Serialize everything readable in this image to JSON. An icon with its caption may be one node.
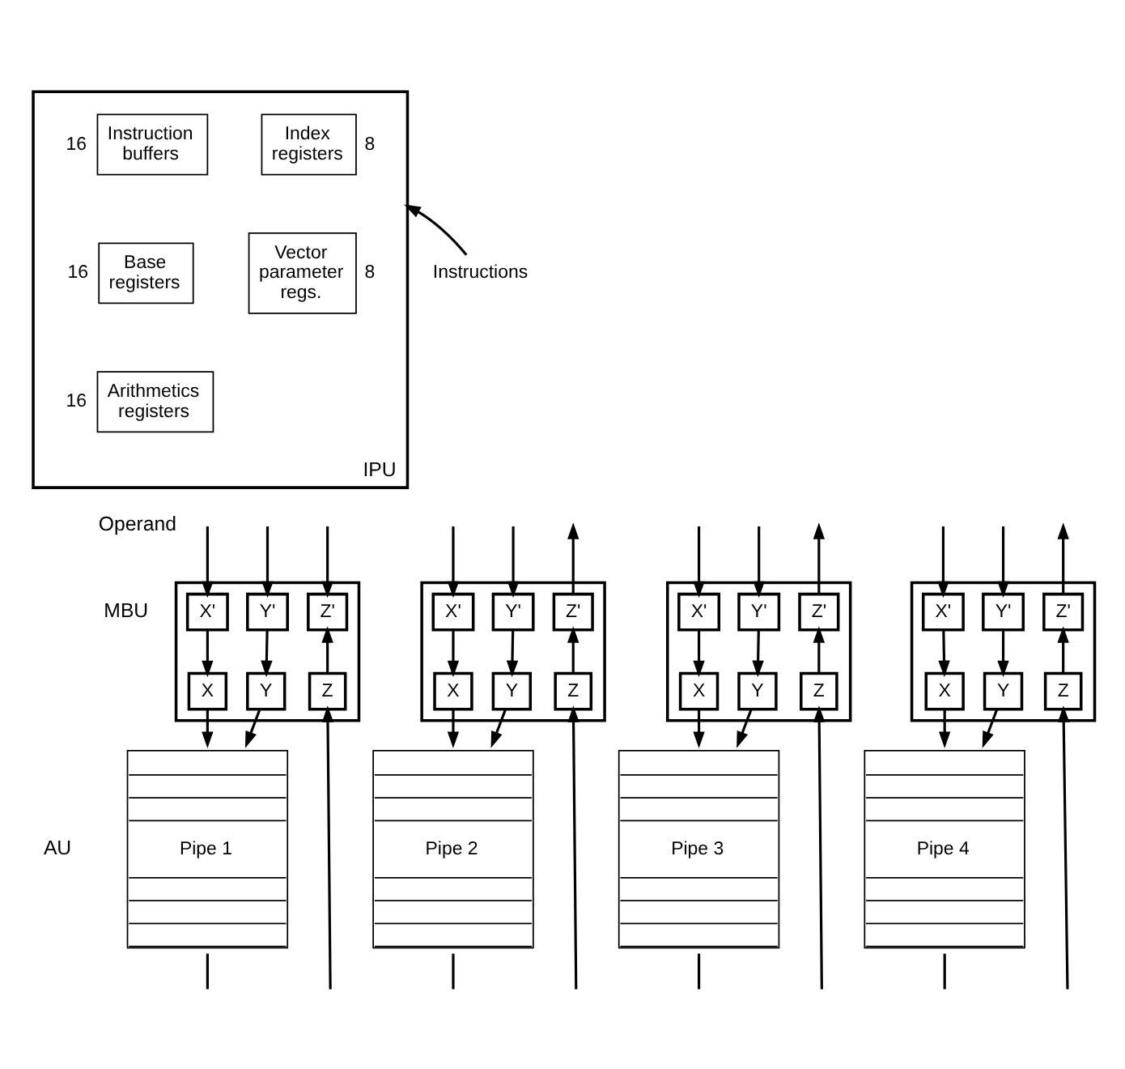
{
  "diagram": {
    "nodes": [
      {
        "text": [
          "IPU"
        ]
      },
      {
        "text": [
          "Instruction buffers"
        ],
        "in": 0,
        "beside": [
          "16"
        ]
      },
      {
        "text": [
          "Index registers"
        ],
        "in": 0,
        "beside": [
          "8"
        ]
      },
      {
        "text": [
          "Base registers"
        ],
        "in": 0,
        "beside": [
          "16"
        ]
      },
      {
        "text": [
          "Vector parameter regs."
        ],
        "in": 0,
        "beside": [
          "8"
        ]
      },
      {
        "text": [
          "Arithmetics registers"
        ],
        "in": 0,
        "beside": [
          "16"
        ]
      },
      {
        "text": [
          "Instructions"
        ]
      },
      {
        "text": [],
        "shape": "box"
      },
      {
        "text": [
          "X'"
        ],
        "in": 7
      },
      {
        "text": [
          "Y'"
        ],
        "in": 7
      },
      {
        "text": [
          "Z'"
        ],
        "in": 7
      },
      {
        "text": [
          "X"
        ],
        "in": 7
      },
      {
        "text": [
          "Y"
        ],
        "in": 7
      },
      {
        "text": [
          "Z"
        ],
        "in": 7
      },
      {
        "text": [],
        "shape": "box"
      },
      {
        "text": [
          "X'"
        ],
        "in": 14
      },
      {
        "text": [
          "Y'"
        ],
        "in": 14
      },
      {
        "text": [
          "Z'"
        ],
        "in": 14
      },
      {
        "text": [
          "X"
        ],
        "in": 14
      },
      {
        "text": [
          "Y"
        ],
        "in": 14
      },
      {
        "text": [
          "Z"
        ],
        "in": 14
      },
      {
        "text": [],
        "shape": "box"
      },
      {
        "text": [
          "X'"
        ],
        "in": 21
      },
      {
        "text": [
          "Y'"
        ],
        "in": 21
      },
      {
        "text": [
          "Z'"
        ],
        "in": 21
      },
      {
        "text": [
          "X"
        ],
        "in": 21
      },
      {
        "text": [
          "Y"
        ],
        "in": 21
      },
      {
        "text": [
          "Z"
        ],
        "in": 21
      },
      {
        "text": [],
        "shape": "box"
      },
      {
        "text": [
          "X'"
        ],
        "in": 28
      },
      {
        "text": [
          "Y'"
        ],
        "in": 28
      },
      {
        "text": [
          "Z'"
        ],
        "in": 28
      },
      {
        "text": [
          "X"
        ],
        "in": 28
      },
      {
        "text": [
          "Y"
        ],
        "in": 28
      },
      {
        "text": [
          "Z"
        ],
        "in": 28
      },
      {
        "text": [
          "Pipe 1"
        ]
      },
      {
        "text": [
          "Pipe 2"
        ]
      },
      {
        "text": [
          "Pipe 3"
        ]
      },
      {
        "text": [
          "Pipe 4"
        ]
      }
    ],
    "edges": [
      {
        "from": 6,
        "to": 0,
        "arrow": "to"
      },
      {
        "from": null,
        "to": 8,
        "arrow": "to"
      },
      {
        "from": null,
        "to": 9,
        "arrow": "to"
      },
      {
        "from": null,
        "to": 10,
        "arrow": "to"
      },
      {
        "from": 8,
        "to": 11,
        "arrow": "to"
      },
      {
        "from": 9,
        "to": 12,
        "arrow": "to"
      },
      {
        "from": 13,
        "to": 10,
        "arrow": "to"
      },
      {
        "from": 11,
        "to": 35,
        "arrow": "to"
      },
      {
        "from": 12,
        "to": 35,
        "arrow": "to"
      },
      {
        "from": null,
        "to": 13,
        "arrow": "to"
      },
      {
        "from": 35,
        "to": null,
        "arrow": "none"
      },
      {
        "from": null,
        "to": 15,
        "arrow": "to"
      },
      {
        "from": null,
        "to": 16,
        "arrow": "to"
      },
      {
        "from": 17,
        "to": null,
        "arrow": "to"
      },
      {
        "from": 15,
        "to": 18,
        "arrow": "to"
      },
      {
        "from": 16,
        "to": 19,
        "arrow": "to"
      },
      {
        "from": 20,
        "to": 17,
        "arrow": "to"
      },
      {
        "from": 18,
        "to": 36,
        "arrow": "to"
      },
      {
        "from": 19,
        "to": 36,
        "arrow": "to"
      },
      {
        "from": null,
        "to": 20,
        "arrow": "to"
      },
      {
        "from": 36,
        "to": null,
        "arrow": "none"
      },
      {
        "from": null,
        "to": 22,
        "arrow": "to"
      },
      {
        "from": null,
        "to": 23,
        "arrow": "to"
      },
      {
        "from": 24,
        "to": null,
        "arrow": "to"
      },
      {
        "from": 22,
        "to": 25,
        "arrow": "to"
      },
      {
        "from": 23,
        "to": 26,
        "arrow": "to"
      },
      {
        "from": 27,
        "to": 24,
        "arrow": "to"
      },
      {
        "from": 25,
        "to": 37,
        "arrow": "to"
      },
      {
        "from": 26,
        "to": 37,
        "arrow": "to"
      },
      {
        "from": null,
        "to": 27,
        "arrow": "to"
      },
      {
        "from": 37,
        "to": null,
        "arrow": "none"
      },
      {
        "from": null,
        "to": 29,
        "arrow": "to"
      },
      {
        "from": null,
        "to": 30,
        "arrow": "to"
      },
      {
        "from": 31,
        "to": null,
        "arrow": "to"
      },
      {
        "from": 29,
        "to": 32,
        "arrow": "to"
      },
      {
        "from": 30,
        "to": 33,
        "arrow": "to"
      },
      {
        "from": 34,
        "to": 31,
        "arrow": "to"
      },
      {
        "from": 32,
        "to": 38,
        "arrow": "to"
      },
      {
        "from": 33,
        "to": 38,
        "arrow": "to"
      },
      {
        "from": null,
        "to": 34,
        "arrow": "to"
      },
      {
        "from": 38,
        "to": null,
        "arrow": "none"
      }
    ],
    "labels": [
      "Operand",
      "MBU",
      "AU"
    ]
  }
}
